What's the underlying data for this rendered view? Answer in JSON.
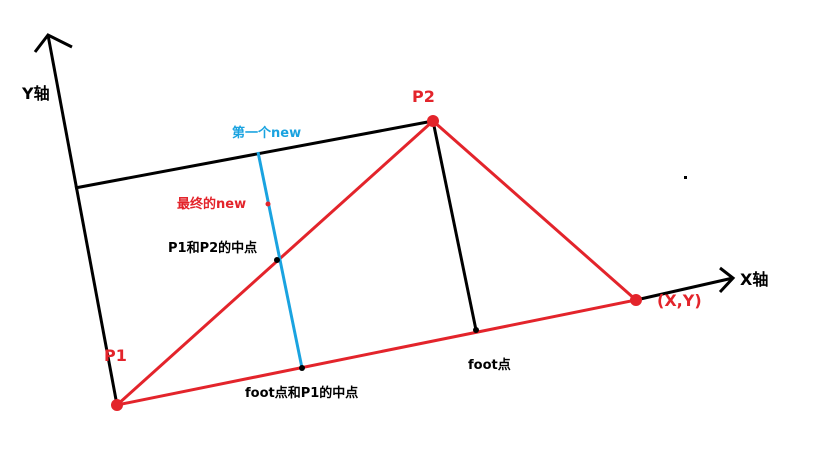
{
  "labels": {
    "y_axis": "Y轴",
    "x_axis": "X轴",
    "p1": "P1",
    "p2": "P2",
    "target": "(X,Y)",
    "first_new": "第一个new",
    "final_new": "最终的new",
    "mid_p1_p2": "P1和P2的中点",
    "foot": "foot点",
    "mid_foot_p1": "foot点和P1的中点"
  },
  "colors": {
    "axis": "#000000",
    "red": "#e3242b",
    "blue": "#1aa3e0",
    "label_black": "#000000",
    "label_red": "#e3242b",
    "label_blue": "#1aa3e0"
  }
}
